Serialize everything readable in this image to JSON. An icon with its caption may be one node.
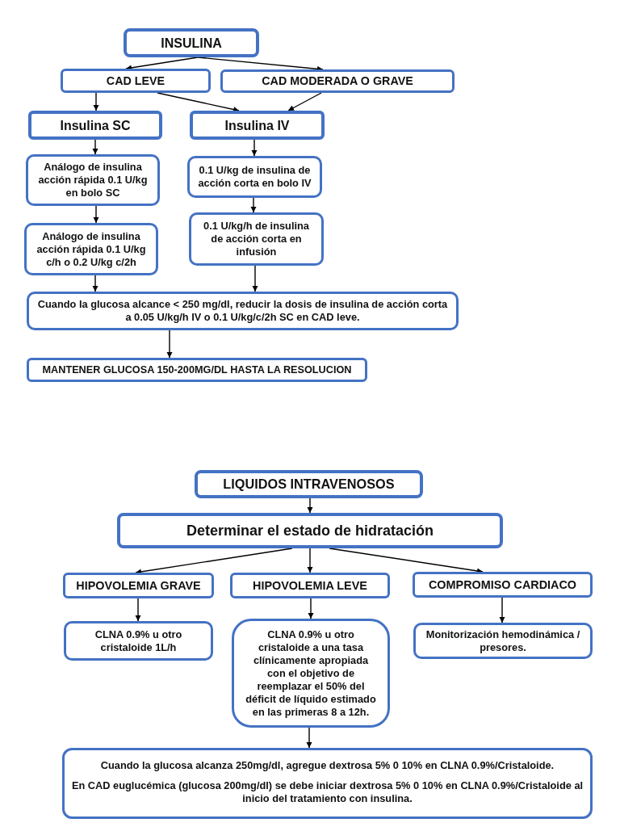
{
  "diagram": {
    "nodes": [
      {
        "text": [
          "INSULINA"
        ]
      },
      {
        "text": [
          "CAD LEVE"
        ]
      },
      {
        "text": [
          "CAD MODERADA O GRAVE"
        ]
      },
      {
        "text": [
          "Insulina SC"
        ]
      },
      {
        "text": [
          "Insulina IV"
        ]
      },
      {
        "text": [
          "Análogo de insulina acción rápida 0.1 U/kg en bolo SC"
        ]
      },
      {
        "text": [
          "0.1 U/kg de insulina de acción corta en bolo IV"
        ]
      },
      {
        "text": [
          "Análogo de insulina acción rápida 0.1 U/kg c/h o 0.2 U/kg c/2h"
        ]
      },
      {
        "text": [
          "0.1 U/kg/h de insulina de acción corta en infusión"
        ]
      },
      {
        "text": [
          "Cuando la glucosa alcance < 250 mg/dl, reducir la dosis de insulina de acción corta a 0.05 U/kg/h IV o 0.1 U/kg/c/2h SC en CAD leve."
        ]
      },
      {
        "text": [
          "MANTENER GLUCOSA 150-200MG/DL HASTA LA RESOLUCION"
        ]
      },
      {
        "text": [
          "LIQUIDOS INTRAVENOSOS"
        ]
      },
      {
        "text": [
          "Determinar el estado de hidratación"
        ]
      },
      {
        "text": [
          "HIPOVOLEMIA GRAVE"
        ]
      },
      {
        "text": [
          "HIPOVOLEMIA LEVE"
        ]
      },
      {
        "text": [
          "COMPROMISO CARDIACO"
        ]
      },
      {
        "text": [
          "CLNA 0.9% u otro cristaloide 1L/h"
        ]
      },
      {
        "text": [
          "CLNA 0.9% u otro cristaloide a una tasa clínicamente apropiada con el objetivo de reemplazar el 50% del déficit de líquido estimado en las primeras 8 a 12h."
        ]
      },
      {
        "text": [
          "Monitorización hemodinámica / presores."
        ]
      },
      {
        "text": [
          "Cuando la glucosa alcanza 250mg/dl, agregue dextrosa 5% 0 10% en CLNA 0.9%/Cristaloide.",
          "En CAD euglucémica (glucosa 200mg/dl) se debe iniciar dextrosa 5% 0 10% en CLNA 0.9%/Cristaloide al inicio del tratamiento con insulina."
        ]
      }
    ],
    "edges": [
      {
        "from": 0,
        "to": 1,
        "arrow": "to"
      },
      {
        "from": 0,
        "to": 2,
        "arrow": "to"
      },
      {
        "from": 1,
        "to": 3,
        "arrow": "to"
      },
      {
        "from": 1,
        "to": 4,
        "arrow": "to"
      },
      {
        "from": 2,
        "to": 4,
        "arrow": "to"
      },
      {
        "from": 3,
        "to": 5,
        "arrow": "to"
      },
      {
        "from": 4,
        "to": 6,
        "arrow": "to"
      },
      {
        "from": 5,
        "to": 7,
        "arrow": "to"
      },
      {
        "from": 6,
        "to": 8,
        "arrow": "to"
      },
      {
        "from": 7,
        "to": 9,
        "arrow": "to"
      },
      {
        "from": 8,
        "to": 9,
        "arrow": "to"
      },
      {
        "from": 9,
        "to": 10,
        "arrow": "to"
      },
      {
        "from": 11,
        "to": 12,
        "arrow": "to"
      },
      {
        "from": 12,
        "to": 13,
        "arrow": "to"
      },
      {
        "from": 12,
        "to": 14,
        "arrow": "to"
      },
      {
        "from": 12,
        "to": 15,
        "arrow": "to"
      },
      {
        "from": 13,
        "to": 16,
        "arrow": "to"
      },
      {
        "from": 14,
        "to": 17,
        "arrow": "to"
      },
      {
        "from": 15,
        "to": 18,
        "arrow": "to"
      },
      {
        "from": 17,
        "to": 19,
        "arrow": "to"
      }
    ]
  }
}
